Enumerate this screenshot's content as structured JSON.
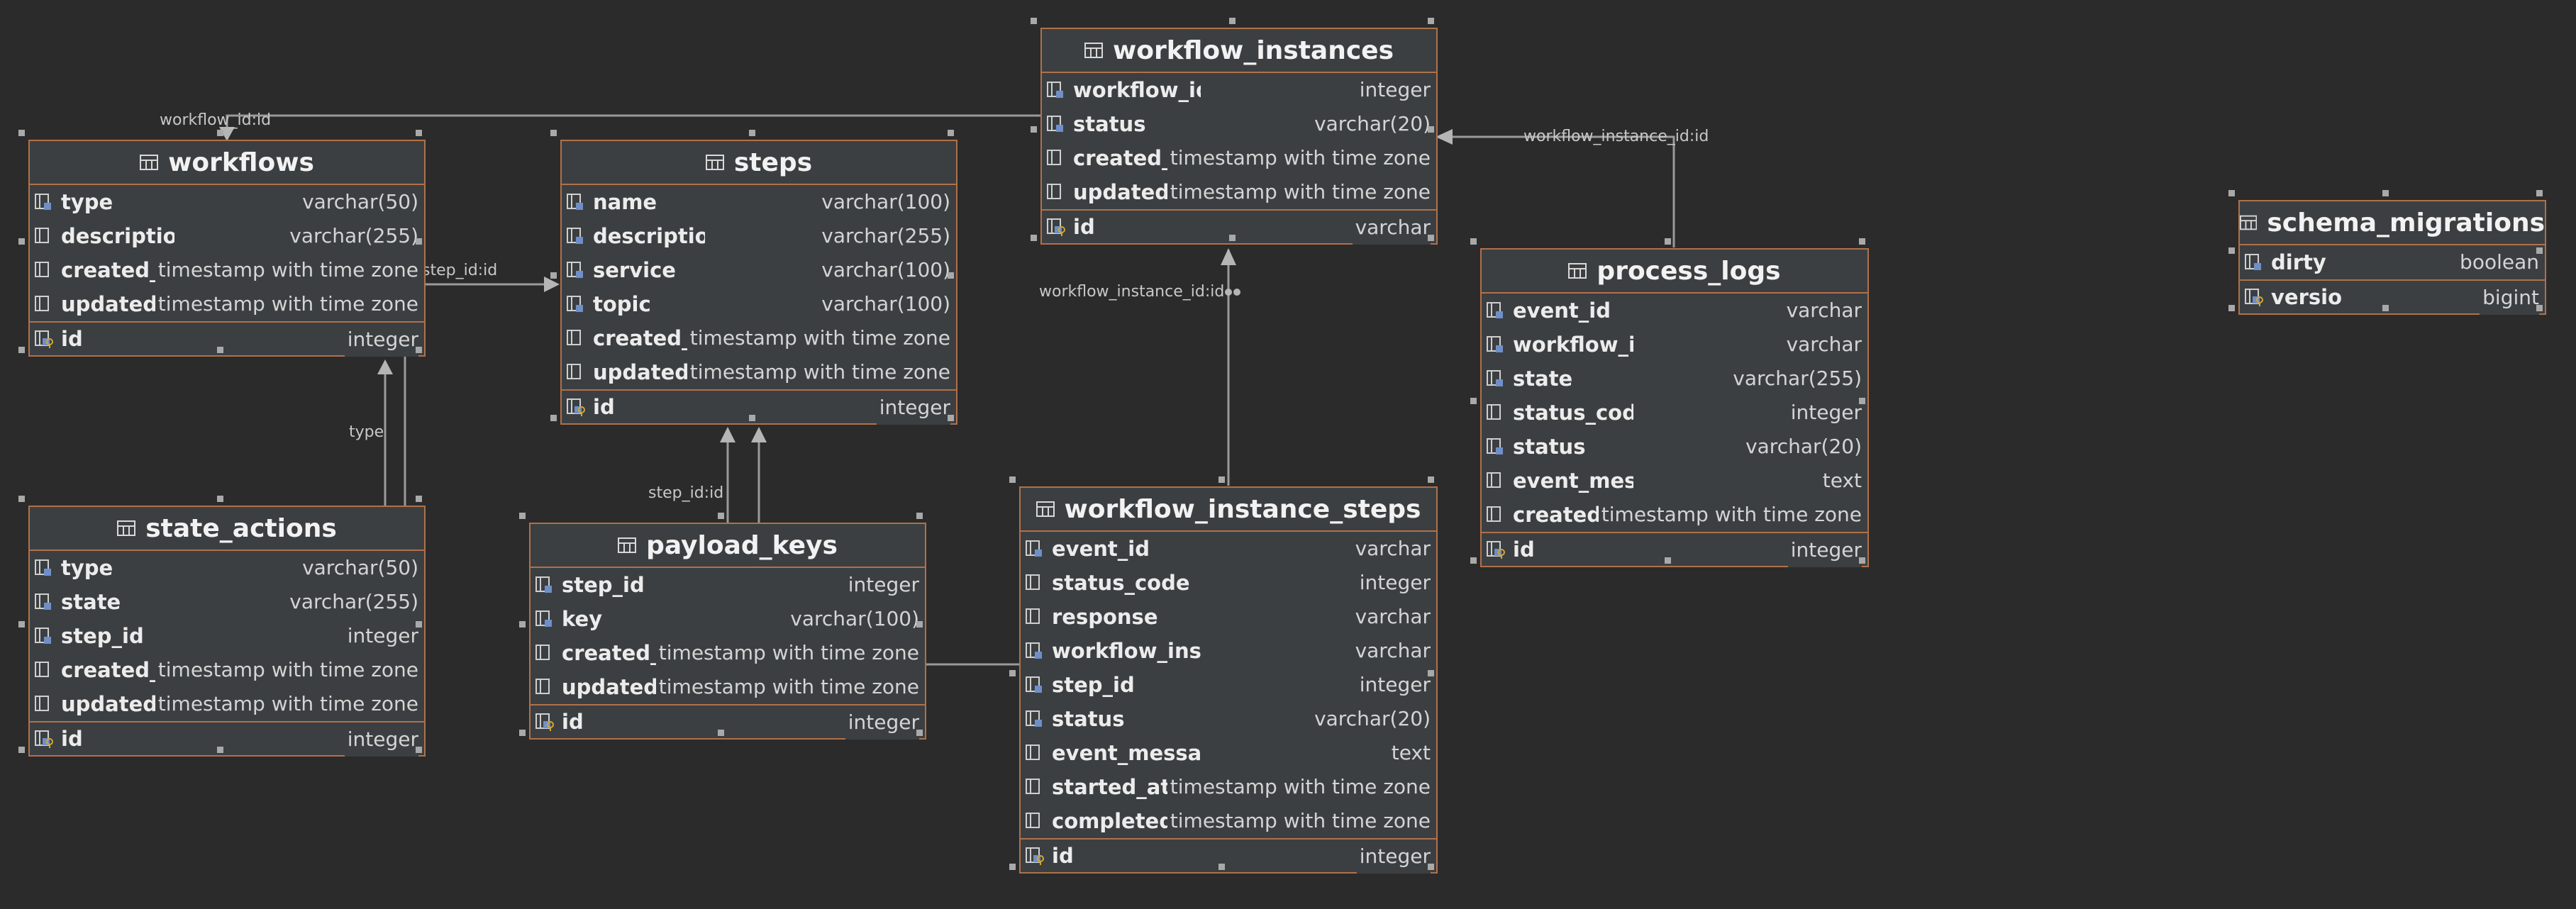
{
  "colors": {
    "background": "#2b2b2b",
    "table_fill": "#3c3f41",
    "table_border": "#b0714a",
    "connector": "#9a9a9a",
    "key_icon": "#d4a72c",
    "column_icon": "#6f8fc9"
  },
  "tables": [
    {
      "id": "workflows",
      "name": "workflows",
      "columns": [
        {
          "name": "type",
          "type": "varchar(50)",
          "icon": "foreign-key-column-icon"
        },
        {
          "name": "description",
          "type": "varchar(255)",
          "icon": "column-icon"
        },
        {
          "name": "created_at",
          "type": "timestamp with time zone",
          "icon": "column-icon"
        },
        {
          "name": "updated_at",
          "type": "timestamp with time zone",
          "icon": "column-icon"
        }
      ],
      "pk": {
        "name": "id",
        "type": "integer",
        "icon": "primary-key-icon"
      }
    },
    {
      "id": "steps",
      "name": "steps",
      "columns": [
        {
          "name": "name",
          "type": "varchar(100)",
          "icon": "foreign-key-column-icon"
        },
        {
          "name": "description",
          "type": "varchar(255)",
          "icon": "foreign-key-column-icon"
        },
        {
          "name": "service",
          "type": "varchar(100)",
          "icon": "foreign-key-column-icon"
        },
        {
          "name": "topic",
          "type": "varchar(100)",
          "icon": "foreign-key-column-icon"
        },
        {
          "name": "created_at",
          "type": "timestamp with time zone",
          "icon": "column-icon"
        },
        {
          "name": "updated_at",
          "type": "timestamp with time zone",
          "icon": "column-icon"
        }
      ],
      "pk": {
        "name": "id",
        "type": "integer",
        "icon": "primary-key-icon"
      }
    },
    {
      "id": "workflow_instances",
      "name": "workflow_instances",
      "columns": [
        {
          "name": "workflow_id",
          "type": "integer",
          "icon": "foreign-key-column-icon"
        },
        {
          "name": "status",
          "type": "varchar(20)",
          "icon": "foreign-key-column-icon"
        },
        {
          "name": "created_at",
          "type": "timestamp with time zone",
          "icon": "column-icon"
        },
        {
          "name": "updated_at",
          "type": "timestamp with time zone",
          "icon": "column-icon"
        }
      ],
      "pk": {
        "name": "id",
        "type": "varchar",
        "icon": "primary-key-icon"
      }
    },
    {
      "id": "process_logs",
      "name": "process_logs",
      "columns": [
        {
          "name": "event_id",
          "type": "varchar",
          "icon": "foreign-key-column-icon"
        },
        {
          "name": "workflow_instance_id",
          "type": "varchar",
          "icon": "foreign-key-column-icon"
        },
        {
          "name": "state",
          "type": "varchar(255)",
          "icon": "foreign-key-column-icon"
        },
        {
          "name": "status_code",
          "type": "integer",
          "icon": "column-icon"
        },
        {
          "name": "status",
          "type": "varchar(20)",
          "icon": "foreign-key-column-icon"
        },
        {
          "name": "event_message",
          "type": "text",
          "icon": "column-icon"
        },
        {
          "name": "created_at",
          "type": "timestamp with time zone",
          "icon": "column-icon"
        }
      ],
      "pk": {
        "name": "id",
        "type": "integer",
        "icon": "primary-key-icon"
      }
    },
    {
      "id": "schema_migrations",
      "name": "schema_migrations",
      "columns": [
        {
          "name": "dirty",
          "type": "boolean",
          "icon": "foreign-key-column-icon"
        }
      ],
      "pk": {
        "name": "version",
        "type": "bigint",
        "icon": "primary-key-icon"
      }
    },
    {
      "id": "state_actions",
      "name": "state_actions",
      "columns": [
        {
          "name": "type",
          "type": "varchar(50)",
          "icon": "foreign-key-column-icon"
        },
        {
          "name": "state",
          "type": "varchar(255)",
          "icon": "foreign-key-column-icon"
        },
        {
          "name": "step_id",
          "type": "integer",
          "icon": "foreign-key-column-icon"
        },
        {
          "name": "created_at",
          "type": "timestamp with time zone",
          "icon": "column-icon"
        },
        {
          "name": "updated_at",
          "type": "timestamp with time zone",
          "icon": "column-icon"
        }
      ],
      "pk": {
        "name": "id",
        "type": "integer",
        "icon": "primary-key-icon"
      }
    },
    {
      "id": "payload_keys",
      "name": "payload_keys",
      "columns": [
        {
          "name": "step_id",
          "type": "integer",
          "icon": "foreign-key-column-icon"
        },
        {
          "name": "key",
          "type": "varchar(100)",
          "icon": "foreign-key-column-icon"
        },
        {
          "name": "created_at",
          "type": "timestamp with time zone",
          "icon": "column-icon"
        },
        {
          "name": "updated_at",
          "type": "timestamp with time zone",
          "icon": "column-icon"
        }
      ],
      "pk": {
        "name": "id",
        "type": "integer",
        "icon": "primary-key-icon"
      }
    },
    {
      "id": "workflow_instance_steps",
      "name": "workflow_instance_steps",
      "columns": [
        {
          "name": "event_id",
          "type": "varchar",
          "icon": "foreign-key-column-icon"
        },
        {
          "name": "status_code",
          "type": "integer",
          "icon": "column-icon"
        },
        {
          "name": "response",
          "type": "varchar",
          "icon": "column-icon"
        },
        {
          "name": "workflow_instance_id",
          "type": "varchar",
          "icon": "foreign-key-column-icon"
        },
        {
          "name": "step_id",
          "type": "integer",
          "icon": "foreign-key-column-icon"
        },
        {
          "name": "status",
          "type": "varchar(20)",
          "icon": "foreign-key-column-icon"
        },
        {
          "name": "event_message",
          "type": "text",
          "icon": "column-icon"
        },
        {
          "name": "started_at",
          "type": "timestamp with time zone",
          "icon": "column-icon"
        },
        {
          "name": "completed_at",
          "type": "timestamp with time zone",
          "icon": "column-icon"
        }
      ],
      "pk": {
        "name": "id",
        "type": "integer",
        "icon": "primary-key-icon"
      }
    }
  ],
  "relations": [
    {
      "id": "workflow_id",
      "label": "workflow_id:id",
      "from": "workflow_instances",
      "to": "workflows"
    },
    {
      "id": "step_id_state_actions",
      "label": "step_id:id",
      "from": "state_actions",
      "to": "steps"
    },
    {
      "id": "type",
      "label": "type",
      "from": "state_actions",
      "to": "workflows"
    },
    {
      "id": "step_id_payload_keys",
      "label": "step_id:id",
      "from": "payload_keys",
      "to": "steps"
    },
    {
      "id": "step_id_instance_steps",
      "label": "step_id:id",
      "from": "workflow_instance_steps",
      "to": "steps"
    },
    {
      "id": "workflow_instance_id_steps",
      "label": "workflow_instance_id:id",
      "from": "workflow_instance_steps",
      "to": "workflow_instances"
    },
    {
      "id": "workflow_instance_id_logs",
      "label": "workflow_instance_id:id",
      "from": "process_logs",
      "to": "workflow_instances"
    }
  ]
}
